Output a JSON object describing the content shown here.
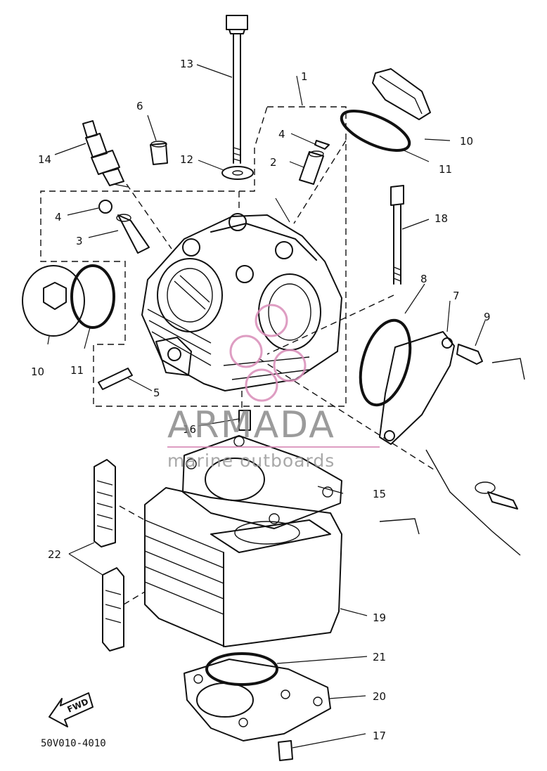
{
  "labels": {
    "p1": "1",
    "p2": "2",
    "p3": "3",
    "p4a": "4",
    "p4b": "4",
    "p5": "5",
    "p6": "6",
    "p7": "7",
    "p8": "8",
    "p9": "9",
    "p10a": "10",
    "p10b": "10",
    "p11a": "11",
    "p11b": "11",
    "p12": "12",
    "p13": "13",
    "p14": "14",
    "p15": "15",
    "p16": "16",
    "p17": "17",
    "p18": "18",
    "p19": "19",
    "p20": "20",
    "p21": "21",
    "p22": "22"
  },
  "watermark": {
    "brand": "ARMADA",
    "tagline": "marine outboards"
  },
  "fwd_arrow": "FWD",
  "diagram_code": "50V010-4010"
}
